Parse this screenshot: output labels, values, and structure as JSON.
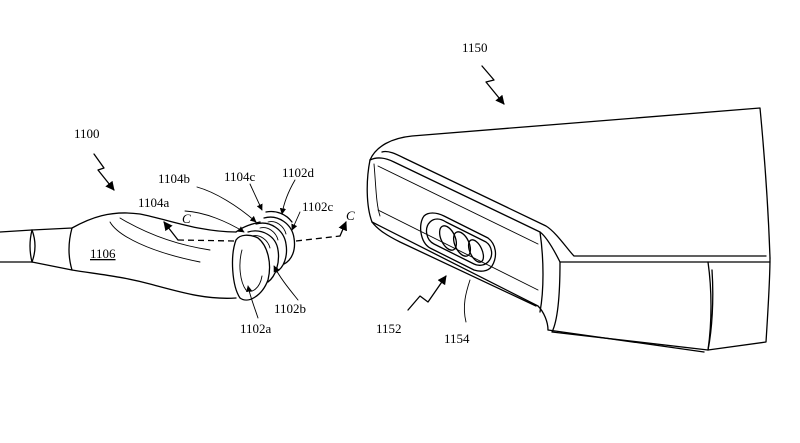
{
  "labels": {
    "cable_ref": "1100",
    "device_ref": "1150",
    "contact_a": "1102a",
    "contact_b": "1102b",
    "contact_c": "1102c",
    "contact_d": "1102d",
    "insulator_a": "1104a",
    "insulator_b": "1104b",
    "insulator_c": "1104c",
    "housing": "1106",
    "port": "1152",
    "port_contact": "1154",
    "section_left": "C",
    "section_right": "C"
  }
}
